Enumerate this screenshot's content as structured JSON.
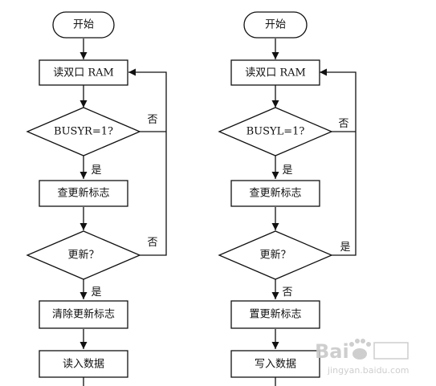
{
  "left": {
    "start": "开始",
    "read_ram": "读双口 RAM",
    "busy_check": "BUSYR=1?",
    "busy_no": "否",
    "busy_yes": "是",
    "check_flag": "查更新标志",
    "update_check": "更新？",
    "update_no": "否",
    "update_yes": "是",
    "clear_flag": "清除更新标志",
    "read_data": "读入数据"
  },
  "right": {
    "start": "开始",
    "read_ram": "读双口 RAM",
    "busy_check": "BUSYL=1?",
    "busy_no": "否",
    "busy_yes": "是",
    "check_flag": "查更新标志",
    "update_check": "更新？",
    "update_yes": "是",
    "update_no": "否",
    "set_flag": "置更新标志",
    "write_data": "写入数据"
  },
  "watermark": {
    "logo": "Bai",
    "site": "jingyan.baidu.com"
  }
}
